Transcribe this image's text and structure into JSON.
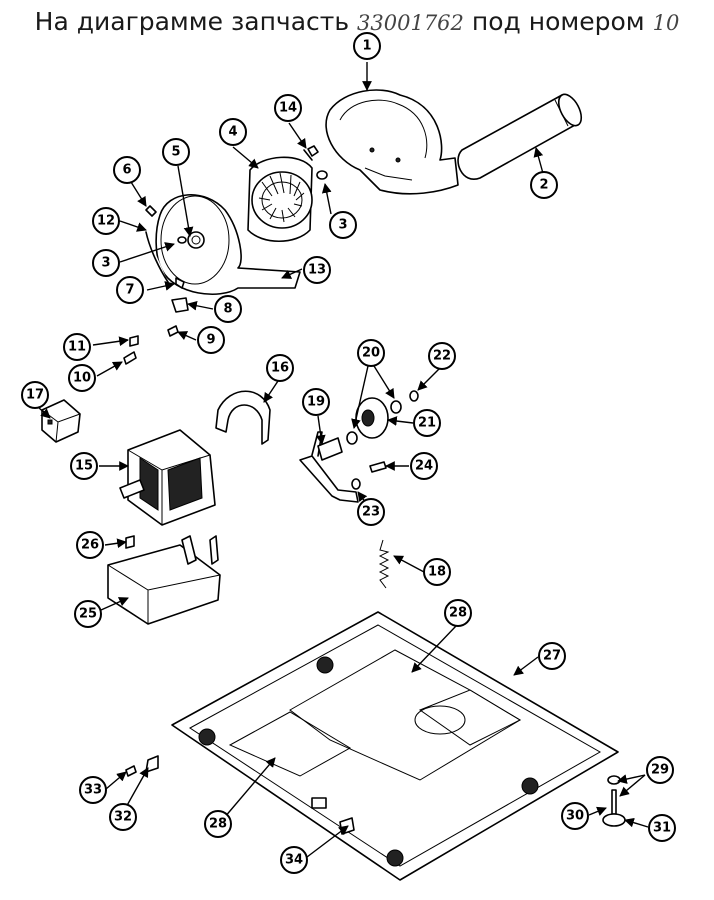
{
  "title": {
    "prefix": "На диаграмме запчасть",
    "part_number": "33001762",
    "middle": "под номером",
    "item_number": "10"
  },
  "callouts": [
    {
      "n": "1"
    },
    {
      "n": "2"
    },
    {
      "n": "3"
    },
    {
      "n": "3"
    },
    {
      "n": "4"
    },
    {
      "n": "5"
    },
    {
      "n": "6"
    },
    {
      "n": "7"
    },
    {
      "n": "8"
    },
    {
      "n": "9"
    },
    {
      "n": "10"
    },
    {
      "n": "11"
    },
    {
      "n": "12"
    },
    {
      "n": "13"
    },
    {
      "n": "14"
    },
    {
      "n": "15"
    },
    {
      "n": "16"
    },
    {
      "n": "17"
    },
    {
      "n": "18"
    },
    {
      "n": "19"
    },
    {
      "n": "20"
    },
    {
      "n": "21"
    },
    {
      "n": "22"
    },
    {
      "n": "23"
    },
    {
      "n": "24"
    },
    {
      "n": "25"
    },
    {
      "n": "26"
    },
    {
      "n": "27"
    },
    {
      "n": "28"
    },
    {
      "n": "28"
    },
    {
      "n": "29"
    },
    {
      "n": "30"
    },
    {
      "n": "31"
    },
    {
      "n": "32"
    },
    {
      "n": "33"
    },
    {
      "n": "34"
    }
  ]
}
